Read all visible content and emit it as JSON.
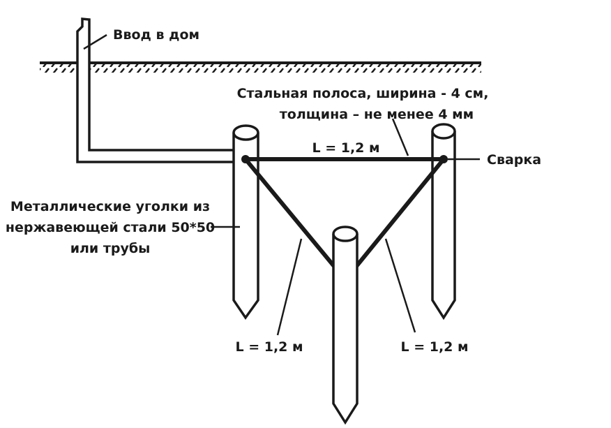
{
  "labels": {
    "house_entry": "Ввод в дом",
    "strip_line1": "Стальная полоса, ширина - 4 см,",
    "strip_line2": "толщина – не менее 4 мм",
    "length_top": "L = 1,2 м",
    "welding": "Сварка",
    "electrodes_line1": "Металлические уголки из",
    "electrodes_line2": "нержавеющей стали 50*50",
    "electrodes_line3": "или трубы",
    "length_left": "L = 1,2 м",
    "length_right": "L = 1,2 м"
  },
  "colors": {
    "ink": "#1a1a1a",
    "background": "#ffffff"
  }
}
